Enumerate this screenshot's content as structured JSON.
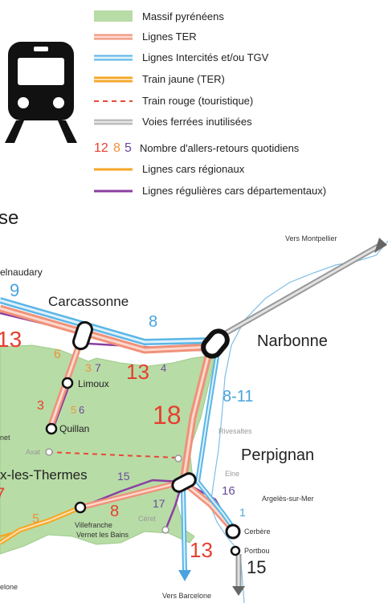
{
  "legend": {
    "items": [
      {
        "label": "Massif pyrénéens"
      },
      {
        "label": "Lignes TER"
      },
      {
        "label": "Lignes Intercités et/ou TGV"
      },
      {
        "label": "Train jaune (TER)"
      },
      {
        "label": "Train rouge (touristique)"
      },
      {
        "label": "Voies ferrées inutilisées"
      },
      {
        "label": "Nombre d'allers-retours quotidiens"
      },
      {
        "label": "Lignes cars régionaux"
      },
      {
        "label": "Lignes régulières cars départementaux)"
      }
    ],
    "sample_numbers": [
      "12",
      "8",
      "5"
    ]
  },
  "section_title_fragment": "se",
  "places": {
    "castelnaudary": "elnaudary",
    "carcassonne": "Carcassonne",
    "narbonne": "Narbonne",
    "limoux": "Limoux",
    "quillan": "Quillan",
    "axat": "Axat",
    "rivesaltes": "Rivesaltes",
    "perpignan": "Perpignan",
    "elne": "Elne",
    "argeles": "Argelès-sur-Mer",
    "ceret": "Céret",
    "villefranche_1": "Villefranche",
    "villefranche_2": "Vernet les Bains",
    "cerbere": "Cerbère",
    "portbou": "Portbou",
    "vers_montpellier": "Vers Montpellier",
    "vers_barcelone": "Vers Barcelone",
    "ax_thermes": "x-les-Thermes",
    "vernet_frag": "net",
    "barcelone_frag": "elone"
  },
  "frequencies": {
    "castel_carca_intercites": "9",
    "castel_carca_ter": "13",
    "carca_narbonne_intercites": "8",
    "carca_narbonne_ter": "13",
    "carca_narbonne_cars": "4",
    "carca_limoux_ter": "6",
    "carca_limoux_regional": "3",
    "carca_limoux_dept": "7",
    "limoux_quillan_ter": "3",
    "limoux_quillan_regional": "5",
    "limoux_quillan_dept": "6",
    "narbonne_perpignan_ter": "18",
    "narbonne_perpignan_intercites": "8-11",
    "perpignan_villefranche_dept": "15",
    "perpignan_villefranche_ter": "8",
    "ax_regional": "5",
    "ax_ter_frag": "7",
    "perpignan_ceret_dept": "17",
    "perpignan_argeles_dept": "16",
    "perpignan_cerbere_intercites": "1",
    "perpignan_cerbere_ter": "13",
    "portbou_barcelone": "15"
  },
  "colors": {
    "massif": "#b8dca6",
    "massif_stroke": "#98c486",
    "ter": "#f0917a",
    "ter_inner": "#fbd9cd",
    "intercites": "#5ab6e6",
    "intercites_inner": "#dff1fb",
    "train_jaune": "#f5a623",
    "train_rouge": "#e8473a",
    "unused_rail": "#bdbdbd",
    "cars_regionaux": "#f5a623",
    "cars_departementaux": "#8a3fa0",
    "num_red": "#e5402f",
    "num_orange": "#f0923a",
    "num_purple": "#6b4a9c",
    "num_blue": "#4aa3dc",
    "coast": "#4aa3dc"
  },
  "icons": {
    "train": "train-front-icon"
  }
}
